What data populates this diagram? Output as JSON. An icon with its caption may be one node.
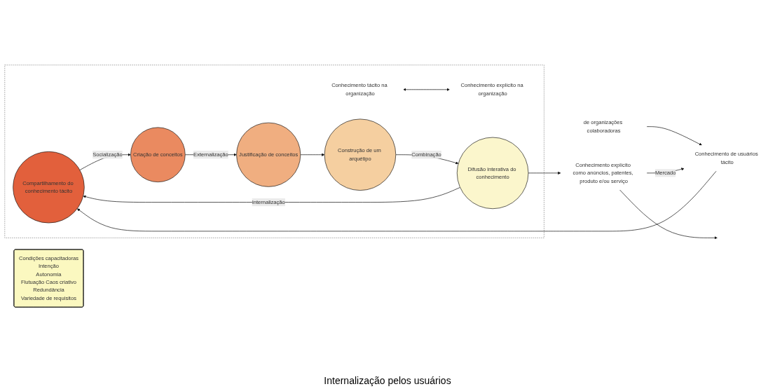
{
  "diagram": {
    "nodes": [
      {
        "text": [
          "Condições capacitadoras",
          "Intenção",
          "Autonomia",
          "Flutuação Caos criativo",
          "Redundância",
          "Variedade de requisitos"
        ]
      },
      {
        "text": [],
        "shape": "box"
      },
      {
        "text": [
          "Conhecimento tácito na organização"
        ],
        "in": 1
      },
      {
        "text": [
          "Conhecimento explícito na organização"
        ],
        "in": 1
      },
      {
        "text": [
          "Compartilhamento do conhecimento tácito"
        ],
        "in": 1
      },
      {
        "text": [
          "Criação de conceitos"
        ],
        "in": 1
      },
      {
        "text": [
          "Justificação de conceitos"
        ],
        "in": 1
      },
      {
        "text": [
          "Construção de um arquétipo"
        ],
        "in": 1
      },
      {
        "text": [
          "Difusão interativa do conhecimento"
        ],
        "in": 1
      },
      {
        "text": [
          "de organizações colaboradoras"
        ]
      },
      {
        "text": [
          "Conhecimento de usuários tácito"
        ]
      },
      {
        "text": [
          "Conhecimento explícito como anúncios, patentes, produto e/ou serviço"
        ]
      }
    ],
    "edges": [
      {
        "from": 2,
        "to": 3,
        "arrow": "both"
      },
      {
        "from": 4,
        "to": 5,
        "arrow": "to",
        "label": "Socialização"
      },
      {
        "from": 5,
        "to": 6,
        "arrow": "to",
        "label": "Externalização"
      },
      {
        "from": 6,
        "to": 7,
        "arrow": "to"
      },
      {
        "from": 7,
        "to": 8,
        "arrow": "to",
        "label": "Combinação"
      },
      {
        "from": 8,
        "to": 4,
        "arrow": "to",
        "label": "Internalização"
      },
      {
        "from": 8,
        "to": 11,
        "arrow": "to"
      },
      {
        "from": 10,
        "to": 4,
        "arrow": "to"
      },
      {
        "from": 9,
        "to": 10,
        "arrow": "to"
      },
      {
        "from": 11,
        "to": 10,
        "arrow": "to",
        "label": "Mercado"
      },
      {
        "from": 11,
        "to": null,
        "arrow": "to"
      }
    ],
    "labels": [
      "Internalização pelos usuários"
    ]
  }
}
